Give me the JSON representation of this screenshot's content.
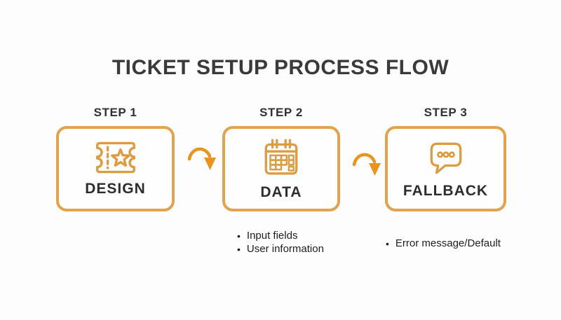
{
  "title": "TICKET SETUP PROCESS FLOW",
  "colors": {
    "accent": "#e2a24e",
    "arrow": "#e8951e",
    "icon": "#dc9c42",
    "heading": "#3a3a3c",
    "label": "#2f3135",
    "text": "#1e1e1f",
    "bg": "#fdfdfd"
  },
  "steps": [
    {
      "label": "STEP 1",
      "name": "DESIGN",
      "icon": "ticket-icon",
      "bullets": []
    },
    {
      "label": "STEP 2",
      "name": "DATA",
      "icon": "calendar-icon",
      "bullets": [
        "Input fields",
        "User information"
      ]
    },
    {
      "label": "STEP 3",
      "name": "FALLBACK",
      "icon": "chat-bubble-icon",
      "bullets": [
        "Error message/Default"
      ]
    }
  ],
  "bullet_glyph": "•"
}
